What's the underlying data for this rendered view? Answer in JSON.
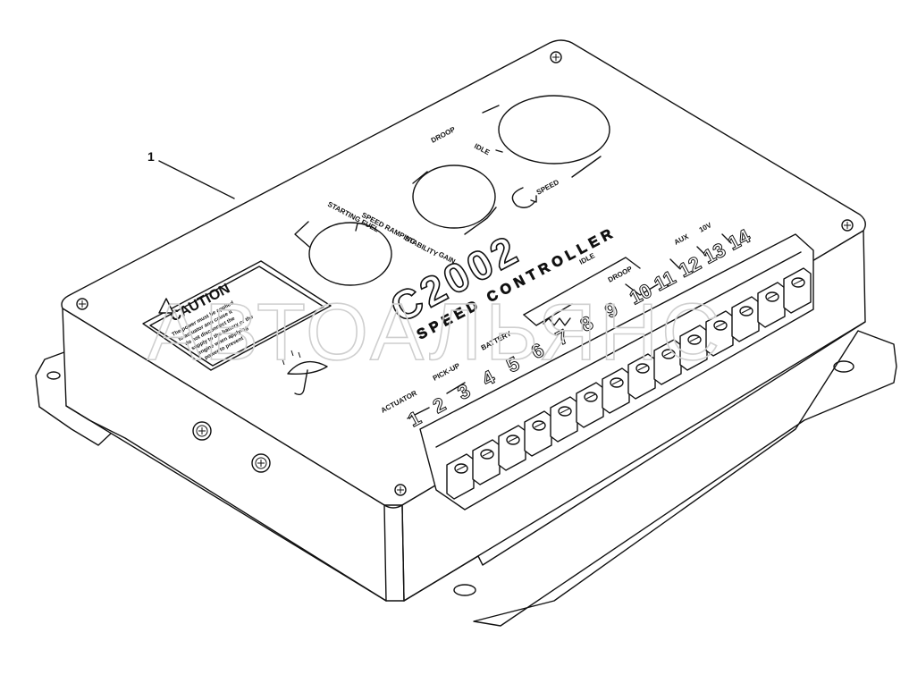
{
  "callout": {
    "number": "1"
  },
  "device": {
    "model": "C2002",
    "subtitle": "SPEED CONTROLLER",
    "caution": {
      "title": "CAUTION",
      "lines": [
        "The power must be applied",
        "to actuator and cause it",
        "do not disconnect the",
        "supply to the battery or the",
        "engine when applying",
        "power to prevent"
      ]
    },
    "pot_labels": {
      "starting_fuel": "STARTING FUEL",
      "speed_ramping": "SPEED RAMPING",
      "stability": "STABILITY",
      "gain": "GAIN",
      "droop": "DROOP",
      "idle": "IDLE",
      "speed": "SPEED"
    },
    "terminal_labels": {
      "actuator": "ACTUATOR",
      "pickup": "PICK-UP",
      "battery": "BATTERY",
      "idle": "IDLE",
      "droop": "DROOP",
      "aux": "AUX",
      "v10": "10V"
    },
    "terminals": [
      "1",
      "2",
      "3",
      "4",
      "5",
      "6",
      "7",
      "8",
      "9",
      "10",
      "11",
      "12",
      "13",
      "14"
    ]
  },
  "watermark": {
    "text": "АВТОАЛЬЯНС"
  },
  "colors": {
    "line": "#111111",
    "paper": "#ffffff",
    "watermark": "#cfcfcf"
  }
}
